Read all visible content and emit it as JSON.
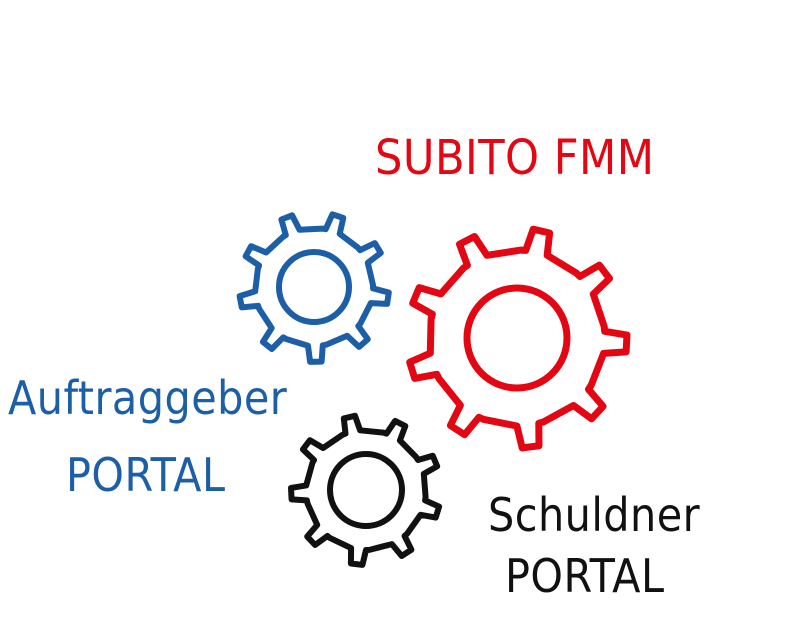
{
  "labels": {
    "center": "SUBITO FMM",
    "client_line1": "Auftraggeber",
    "client_line2": "PORTAL",
    "debtor_line1": "Schuldner",
    "debtor_line2": "PORTAL"
  },
  "gears": [
    {
      "name": "blue-gear-icon",
      "color": "#1d5fa7",
      "teeth": 9
    },
    {
      "name": "red-gear-icon",
      "color": "#e30613",
      "teeth": 9
    },
    {
      "name": "black-gear-icon",
      "color": "#111111",
      "teeth": 9
    }
  ]
}
